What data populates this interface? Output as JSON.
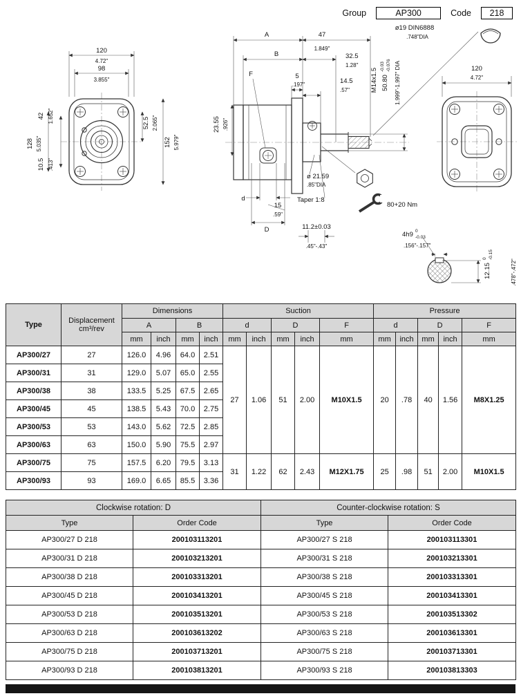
{
  "header": {
    "group_label": "Group",
    "group_value": "AP300",
    "code_label": "Code",
    "code_value": "218"
  },
  "drawing": {
    "left": {
      "w_mm": "120",
      "w_in": "4.72\"",
      "bolt_mm": "98",
      "bolt_in": "3.855\"",
      "r1_mm": "52.5",
      "r1_in": "2.065\"",
      "l1_mm": "42",
      "l1_in": "1.652\"",
      "h_mm": "128",
      "h_in": "5.035\"",
      "l2_mm": "10.5",
      "l2_in": ".413\"",
      "r2_mm": "152",
      "r2_in": "5.979\""
    },
    "mid": {
      "A": "A",
      "len47": "47",
      "len47_in": "1.849\"",
      "B": "B",
      "len325": "32.5",
      "len325_in": "1.28\"",
      "len5": "5",
      "len5_in": ".197\"",
      "len145": "14.5",
      "len145_in": ".57\"",
      "F": "F",
      "len2355": "23.55",
      "len2355_in": ".926\"",
      "thread": "M14x1.5",
      "shaft_d": "50.80",
      "shaft_tol_hi": "-0.03",
      "shaft_tol_lo": "-0.076",
      "shaft_d_in": "1.999\"-1.997\" DIA",
      "key_label": "ø19 DIN6888",
      "key_label_in": ".748\"DIA",
      "d": "d",
      "len15": "15",
      "len15_in": ".59\"",
      "D": "D",
      "len112": "11.2±0.03",
      "len112_in": ".45\"-.43\"",
      "dia2159": "ø 21.59",
      "dia2159_in": ".85\"DIA",
      "taper": "Taper 1:8",
      "torque": "80+20 Nm",
      "key4h9": "4h9",
      "key4h9_hi": "0",
      "key4h9_lo": "-0.03",
      "key4h9_in": ".156\"-.157\"",
      "len1215": "12.15",
      "len1215_hi": "0",
      "len1215_lo": "-0.15",
      "len1215_in": ".478\"-.472\""
    },
    "right": {
      "w_mm": "120",
      "w_in": "4.72\""
    }
  },
  "dim_table": {
    "h": {
      "type": "Type",
      "disp1": "Displacement",
      "disp2": "cm³/rev",
      "dimensions": "Dimensions",
      "suction": "Suction",
      "pressure": "Pressure",
      "A": "A",
      "B": "B",
      "d": "d",
      "D": "D",
      "F": "F",
      "mm": "mm",
      "inch": "inch"
    },
    "rows": [
      {
        "type": "AP300/27",
        "disp": "27",
        "a_mm": "126.0",
        "a_in": "4.96",
        "b_mm": "64.0",
        "b_in": "2.51"
      },
      {
        "type": "AP300/31",
        "disp": "31",
        "a_mm": "129.0",
        "a_in": "5.07",
        "b_mm": "65.0",
        "b_in": "2.55"
      },
      {
        "type": "AP300/38",
        "disp": "38",
        "a_mm": "133.5",
        "a_in": "5.25",
        "b_mm": "67.5",
        "b_in": "2.65"
      },
      {
        "type": "AP300/45",
        "disp": "45",
        "a_mm": "138.5",
        "a_in": "5.43",
        "b_mm": "70.0",
        "b_in": "2.75"
      },
      {
        "type": "AP300/53",
        "disp": "53",
        "a_mm": "143.0",
        "a_in": "5.62",
        "b_mm": "72.5",
        "b_in": "2.85"
      },
      {
        "type": "AP300/63",
        "disp": "63",
        "a_mm": "150.0",
        "a_in": "5.90",
        "b_mm": "75.5",
        "b_in": "2.97"
      },
      {
        "type": "AP300/75",
        "disp": "75",
        "a_mm": "157.5",
        "a_in": "6.20",
        "b_mm": "79.5",
        "b_in": "3.13"
      },
      {
        "type": "AP300/93",
        "disp": "93",
        "a_mm": "169.0",
        "a_in": "6.65",
        "b_mm": "85.5",
        "b_in": "3.36"
      }
    ],
    "groups": [
      {
        "s_d_mm": "27",
        "s_d_in": "1.06",
        "s_D_mm": "51",
        "s_D_in": "2.00",
        "s_F": "M10X1.5",
        "p_d_mm": "20",
        "p_d_in": ".78",
        "p_D_mm": "40",
        "p_D_in": "1.56",
        "p_F": "M8X1.25"
      },
      {
        "s_d_mm": "31",
        "s_d_in": "1.22",
        "s_D_mm": "62",
        "s_D_in": "2.43",
        "s_F": "M12X1.75",
        "p_d_mm": "25",
        "p_d_in": ".98",
        "p_D_mm": "51",
        "p_D_in": "2.00",
        "p_F": "M10X1.5"
      }
    ]
  },
  "order_table": {
    "cw_header": "Clockwise rotation: D",
    "ccw_header": "Counter-clockwise rotation: S",
    "type_h": "Type",
    "code_h": "Order Code",
    "rows": [
      {
        "cw_type": "AP300/27 D 218",
        "cw_code": "200103113201",
        "ccw_type": "AP300/27 S 218",
        "ccw_code": "200103113301"
      },
      {
        "cw_type": "AP300/31 D 218",
        "cw_code": "200103213201",
        "ccw_type": "AP300/31 S 218",
        "ccw_code": "200103213301"
      },
      {
        "cw_type": "AP300/38 D 218",
        "cw_code": "200103313201",
        "ccw_type": "AP300/38 S 218",
        "ccw_code": "200103313301"
      },
      {
        "cw_type": "AP300/45 D 218",
        "cw_code": "200103413201",
        "ccw_type": "AP300/45 S 218",
        "ccw_code": "200103413301"
      },
      {
        "cw_type": "AP300/53 D 218",
        "cw_code": "200103513201",
        "ccw_type": "AP300/53 S 218",
        "ccw_code": "200103513302"
      },
      {
        "cw_type": "AP300/63 D 218",
        "cw_code": "200103613202",
        "ccw_type": "AP300/63 S 218",
        "ccw_code": "200103613301"
      },
      {
        "cw_type": "AP300/75 D 218",
        "cw_code": "200103713201",
        "ccw_type": "AP300/75 S 218",
        "ccw_code": "200103713301"
      },
      {
        "cw_type": "AP300/93 D 218",
        "cw_code": "200103813201",
        "ccw_type": "AP300/93 S 218",
        "ccw_code": "200103813303"
      }
    ]
  }
}
